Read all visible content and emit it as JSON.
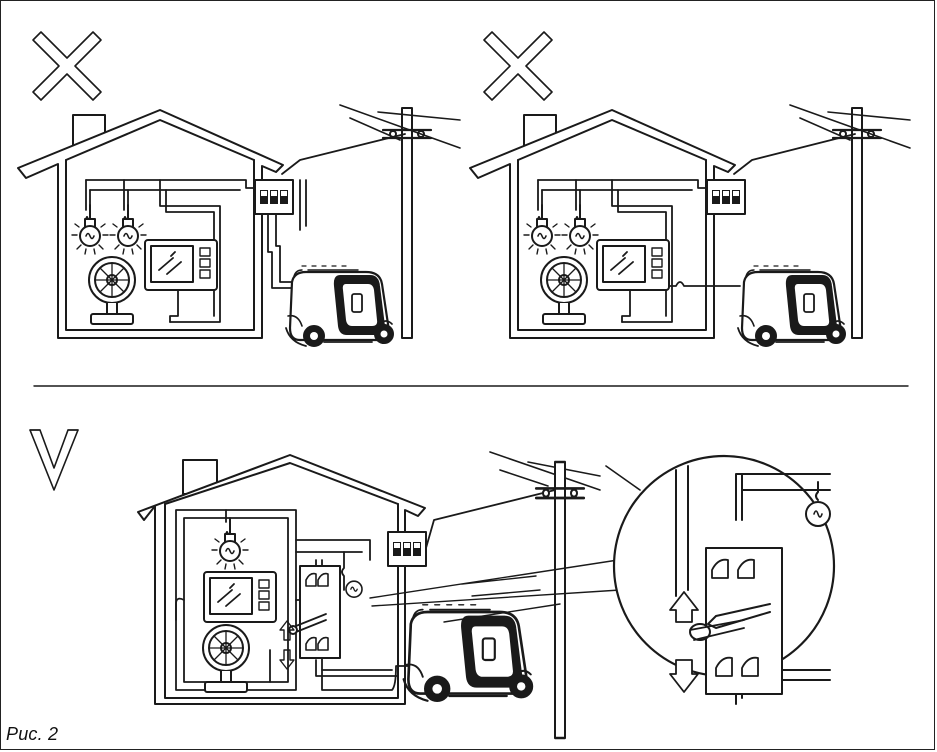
{
  "figure": {
    "caption": "Рис. 2"
  },
  "panels": [
    {
      "id": "incorrect-1",
      "mark": "cross-mark-icon",
      "verdict": "wrong"
    },
    {
      "id": "incorrect-2",
      "mark": "cross-mark-icon",
      "verdict": "wrong"
    },
    {
      "id": "correct",
      "mark": "check-mark-icon",
      "verdict": "right"
    }
  ],
  "colors": {
    "line": "#1a1a1a",
    "fill": "#ffffff",
    "dark": "#1a1a1a",
    "gray": "#bdbdbd"
  }
}
